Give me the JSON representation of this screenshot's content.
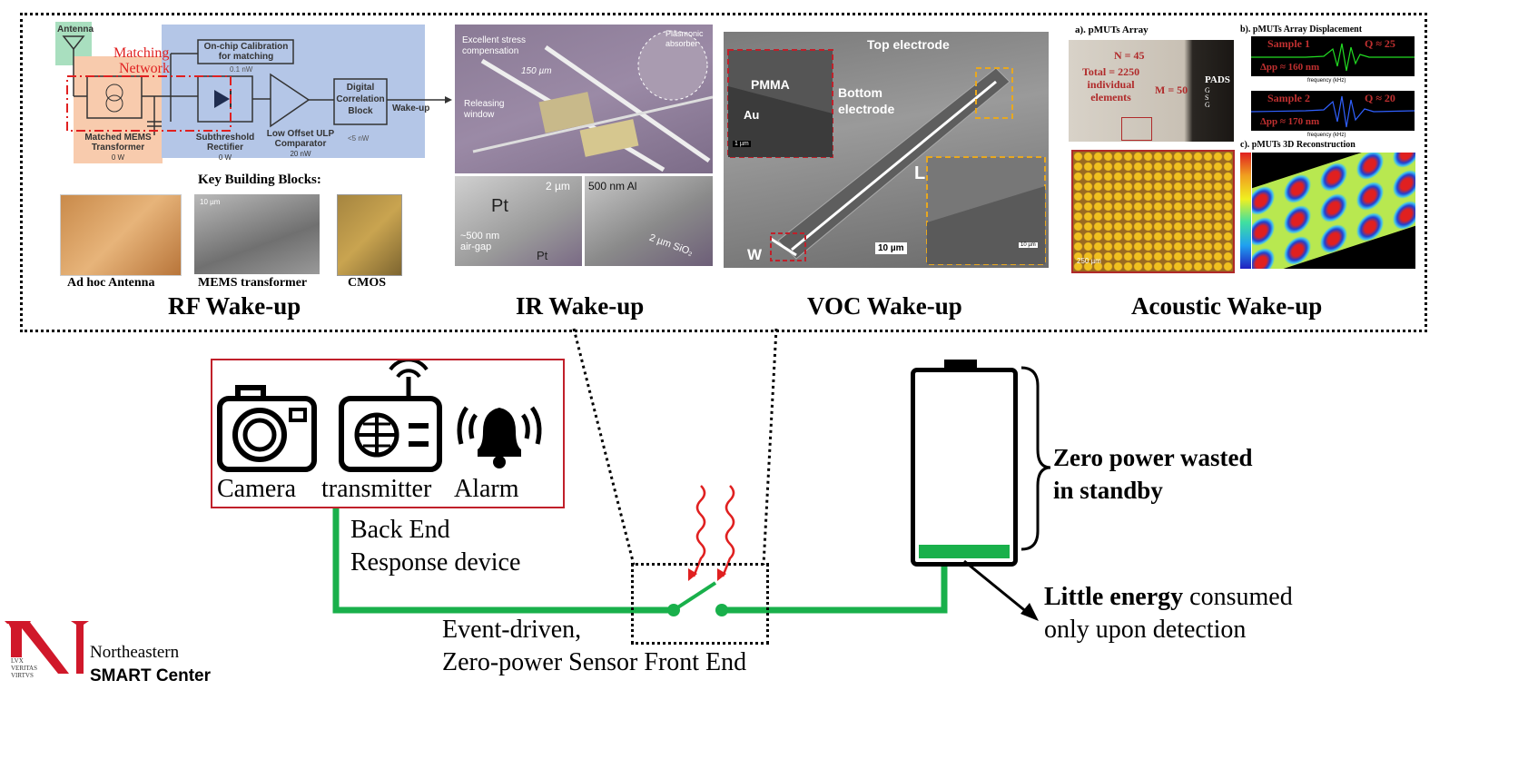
{
  "rf": {
    "title": "RF Wake-up",
    "antenna": "Antenna",
    "matching_network": [
      "Matching",
      "Network"
    ],
    "calibration": [
      "On-chip Calibration",
      "for matching"
    ],
    "calibration_power": "0.1 nW",
    "transformer": [
      "Matched MEMS",
      "Transformer"
    ],
    "transformer_power": "0 W",
    "rectifier": [
      "Subthreshold",
      "Rectifier"
    ],
    "rectifier_power": "0 W",
    "comparator": [
      "Low Offset ULP",
      "Comparator"
    ],
    "comparator_power": "20 nW",
    "correlation": [
      "Digital",
      "Correlation",
      "Block"
    ],
    "correlation_power": "<5 nW",
    "wakeup": "Wake-up",
    "key_blocks": "Key Building Blocks:",
    "photos": [
      "Ad hoc Antenna",
      "MEMS transformer",
      "CMOS"
    ],
    "scale": "10 µm"
  },
  "ir": {
    "title": "IR Wake-up",
    "labels": [
      "Excellent stress",
      "compensation",
      "Releasing",
      "window",
      "150 µm",
      "Plasmonic",
      "absorber"
    ],
    "pt_panel": [
      "Pt",
      "2 µm",
      "~500 nm",
      "air-gap",
      "Pt"
    ],
    "al_panel": [
      "500 nm Al",
      "2 µm SiO₂"
    ]
  },
  "voc": {
    "title": "VOC Wake-up",
    "top_electrode": "Top electrode",
    "bottom_electrode": [
      "Bottom",
      "electrode"
    ],
    "pmma": "PMMA",
    "au": "Au",
    "L": "L",
    "W": "W",
    "scale_main": "10 µm",
    "scale_inset": "1 µm",
    "scale_inset2": "10 µm"
  },
  "acoustic": {
    "title": "Acoustic Wake-up",
    "a_title": "a). pMUTs Array",
    "N": "N = 45",
    "total": [
      "Total = 2250",
      "individual",
      "elements"
    ],
    "M": "M = 50",
    "pads": "PADS",
    "gsg": [
      "G",
      "S",
      "G"
    ],
    "scale": "250 µm",
    "b_title": "b). pMUTs Array Displacement",
    "sample1": "Sample 1",
    "q1": "Q ≈ 25",
    "d1": "Δpp ≈ 160 nm",
    "sample2": "Sample 2",
    "q2": "Q ≈ 20",
    "d2": "Δpp ≈ 170 nm",
    "freq_axis": "frequency (kHz)",
    "c_title": "c). pMUTs 3D Reconstruction"
  },
  "backend": {
    "devices": [
      "Camera",
      "transmitter",
      "Alarm"
    ],
    "label": [
      "Back End",
      "Response device"
    ]
  },
  "frontend": {
    "label": [
      "Event-driven,",
      "Zero-power Sensor Front End"
    ]
  },
  "battery": {
    "charge_fraction": 0.07,
    "standby": [
      "Zero power wasted",
      "in standby"
    ],
    "energy_bold": "Little energy",
    "energy_rest": " consumed",
    "energy_line2": "only upon detection"
  },
  "logo": {
    "line1": "Northeastern",
    "line2": "SMART Center",
    "motto": [
      "LVX",
      "VERITAS",
      "VIRTVS"
    ]
  },
  "colors": {
    "wire": "#19b04b",
    "red": "#d0202a",
    "blue_panel": "#b4c6e7",
    "orange_panel": "#f8cbad",
    "green_panel": "#a9dfbf"
  }
}
